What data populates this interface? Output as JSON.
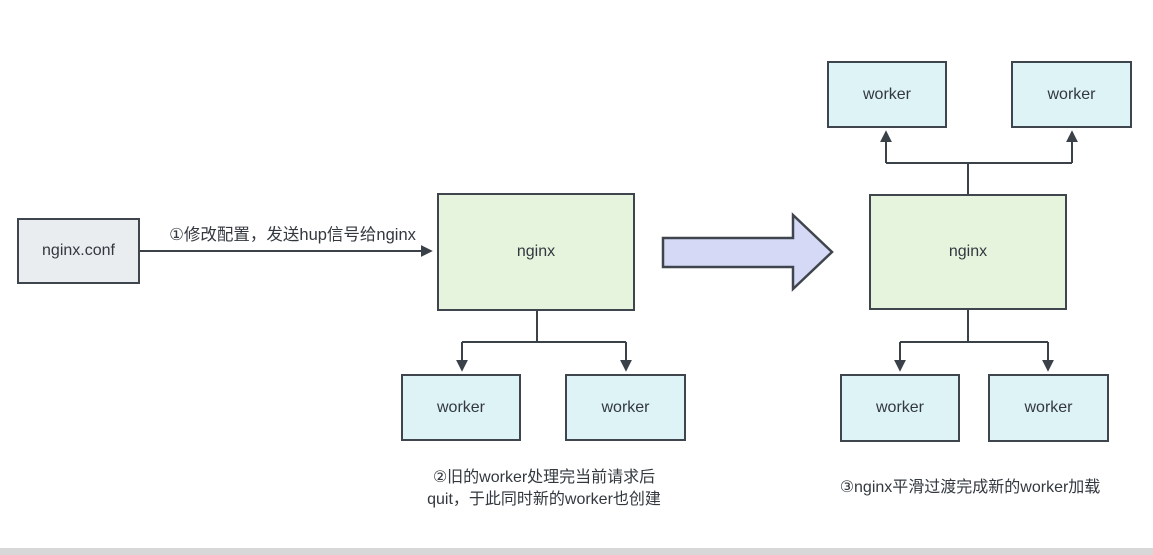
{
  "labels": {
    "nginx_conf": "nginx.conf",
    "nginx": "nginx",
    "worker": "worker"
  },
  "annotations": {
    "step1": "①修改配置，发送hup信号给nginx",
    "step2_line1": "②旧的worker处理完当前请求后",
    "step2_line2": "quit，于此同时新的worker也创建",
    "step3": "③nginx平滑过渡完成新的worker加载"
  },
  "colors": {
    "border": "#3f454c",
    "line": "#3b4148",
    "text": "#33383f",
    "node_green": "#e6f4de",
    "node_cyan": "#ddf3f5",
    "node_gray": "#e9edef",
    "arrow_fill": "#d6d9f6",
    "bottom_bar": "#d8d8d8"
  }
}
